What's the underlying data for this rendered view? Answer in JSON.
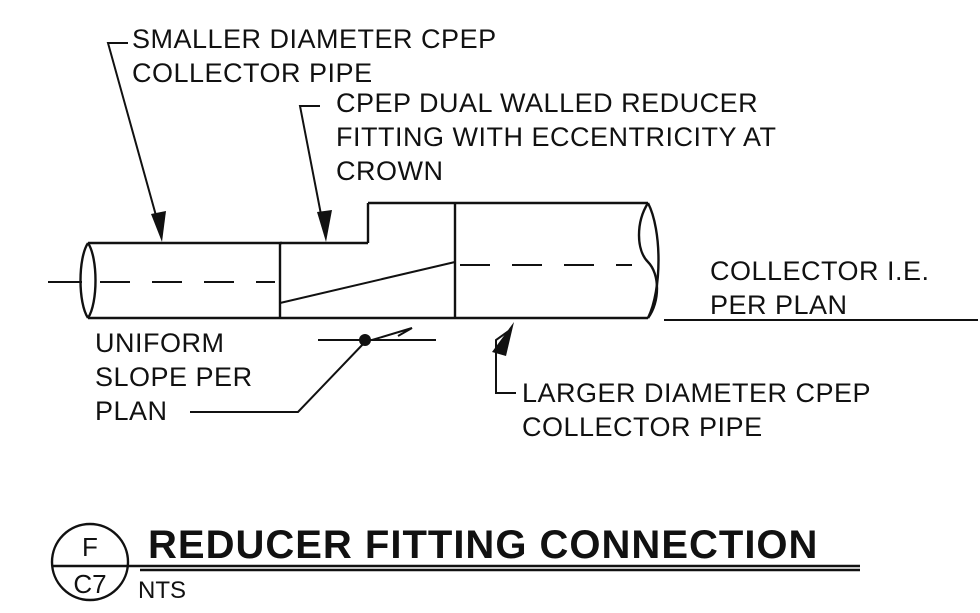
{
  "labels": {
    "smaller_pipe": [
      "SMALLER DIAMETER CPEP",
      "COLLECTOR PIPE"
    ],
    "reducer_fitting": [
      "CPEP DUAL WALLED REDUCER",
      "FITTING WITH ECCENTRICITY AT",
      "CROWN"
    ],
    "collector_ie": [
      "COLLECTOR I.E.",
      "PER PLAN"
    ],
    "uniform_slope": [
      "UNIFORM",
      "SLOPE PER",
      "PLAN"
    ],
    "larger_pipe": [
      "LARGER DIAMETER CPEP",
      "COLLECTOR PIPE"
    ]
  },
  "title_block": {
    "title": "REDUCER FITTING CONNECTION",
    "scale": "NTS",
    "detail_id": "F",
    "sheet_ref": "C7"
  }
}
